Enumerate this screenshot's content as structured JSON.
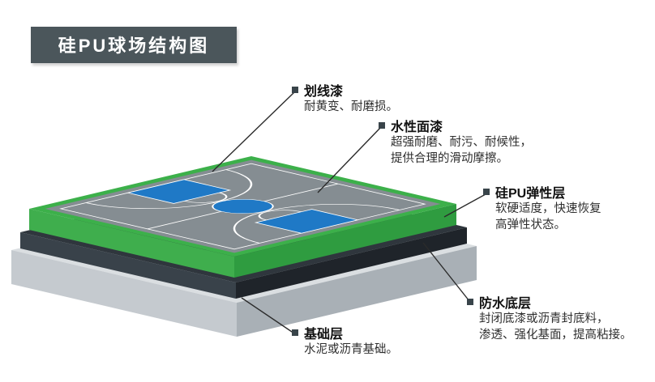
{
  "title": "硅PU球场结构图",
  "colors": {
    "title_bg": "#4b565b",
    "leader_line": "#2b2b2b",
    "layer_green_top": "#3cb04a",
    "layer_green_side_left": "#3fae4d",
    "layer_green_side_right": "#2f9c40",
    "layer_dark_top": "#2f363d",
    "layer_dark_side_left": "#39424a",
    "layer_dark_side_right": "#1f242a",
    "layer_foundation_top": "#dadee1",
    "layer_foundation_side_left": "#c5cacf",
    "layer_foundation_side_right": "#a9b0b6",
    "court_gray": "#858d92",
    "court_blue": "#1f79c6",
    "court_line_white": "#ffffff"
  },
  "labels": [
    {
      "name": "line-paint",
      "title": "划线漆",
      "desc": [
        "耐黄变、耐磨损。"
      ]
    },
    {
      "name": "topcoat",
      "title": "水性面漆",
      "desc": [
        "超强耐磨、耐污、耐候性，",
        "提供合理的滑动摩擦。"
      ]
    },
    {
      "name": "elastic",
      "title": "硅PU弹性层",
      "desc": [
        "软硬适度，快速恢复",
        "高弹性状态。"
      ]
    },
    {
      "name": "waterproof",
      "title": "防水底层",
      "desc": [
        "封闭底漆或沥青封底料，",
        "渗透、强化基面，提高粘接。"
      ]
    },
    {
      "name": "base",
      "title": "基础层",
      "desc": [
        "水泥或沥青基础。"
      ]
    }
  ]
}
